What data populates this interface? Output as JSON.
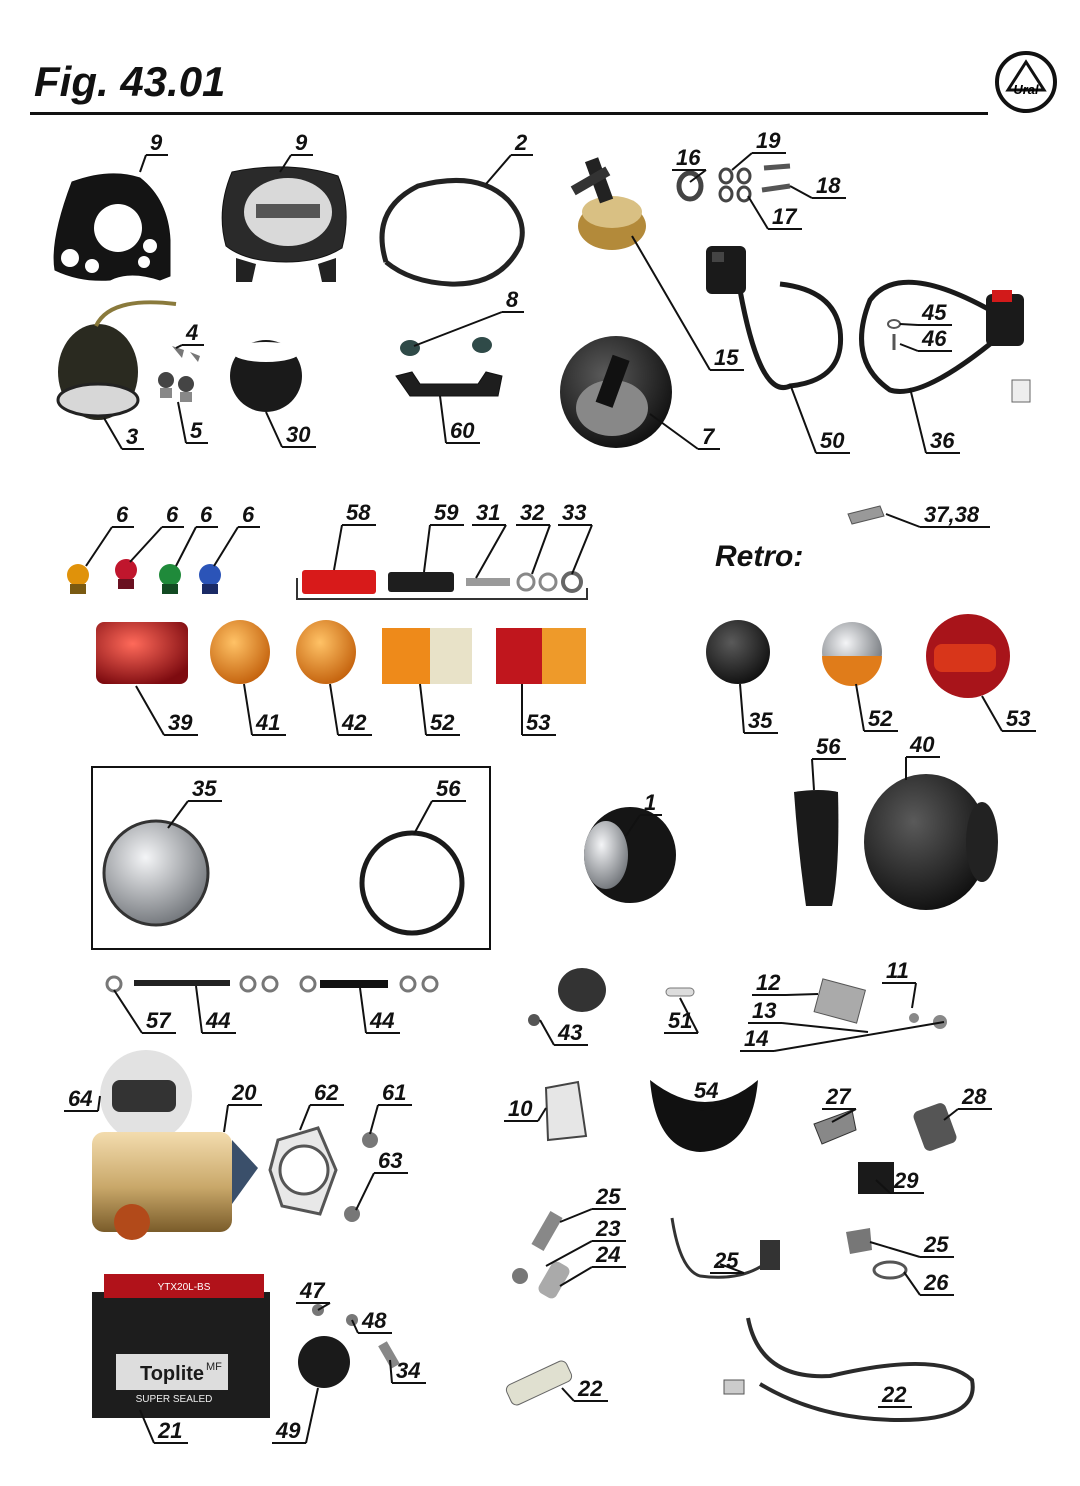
{
  "figure": {
    "title": "Fig. 43.01",
    "retro_label": "Retro:",
    "logo_text": "Ural"
  },
  "callouts": [
    "9",
    "9",
    "2",
    "16",
    "19",
    "18",
    "17",
    "8",
    "4",
    "5",
    "3",
    "30",
    "60",
    "15",
    "7",
    "50",
    "45",
    "46",
    "36",
    "6",
    "6",
    "6",
    "6",
    "58",
    "59",
    "31",
    "32",
    "33",
    "37,38",
    "39",
    "41",
    "42",
    "52",
    "53",
    "35",
    "52",
    "53",
    "35",
    "56",
    "1",
    "56",
    "40",
    "57",
    "44",
    "44",
    "43",
    "51",
    "12",
    "11",
    "13",
    "14",
    "64",
    "20",
    "62",
    "61",
    "63",
    "10",
    "54",
    "27",
    "28",
    "29",
    "25",
    "23",
    "24",
    "25",
    "25",
    "26",
    "47",
    "48",
    "34",
    "21",
    "49",
    "22",
    "22"
  ],
  "parts": {
    "battery_brand": "Toplite",
    "battery_model": "YTX20L-BS",
    "battery_sub": "MF",
    "battery_sealed": "SUPER SEALED"
  },
  "colors": {
    "outline": "#111111",
    "black_part": "#1a1a1a",
    "red_lens": "#c0161d",
    "amber_lens": "#e8861a",
    "chrome": "#c9ccd1",
    "brass": "#b9a05a",
    "green_lamp": "#1f8a3a",
    "blue_lamp": "#2b54b8"
  }
}
